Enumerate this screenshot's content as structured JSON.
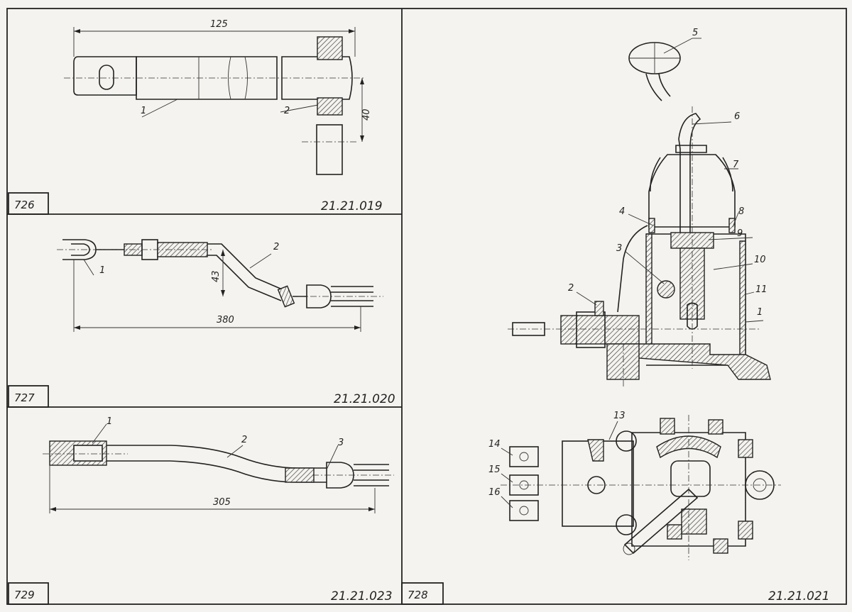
{
  "panels": [
    {
      "id": "726",
      "number": "726",
      "code": "21.21.019",
      "callouts": [
        "1",
        "2"
      ],
      "dimensions": [
        "125",
        "40"
      ]
    },
    {
      "id": "727",
      "number": "727",
      "code": "21.21.020",
      "callouts": [
        "1",
        "2"
      ],
      "dimensions": [
        "43",
        "380"
      ]
    },
    {
      "id": "729",
      "number": "729",
      "code": "21.21.023",
      "callouts": [
        "1",
        "2",
        "3"
      ],
      "dimensions": [
        "305"
      ]
    },
    {
      "id": "728",
      "number": "728",
      "code": "21.21.021",
      "callouts": [
        "1",
        "2",
        "3",
        "4",
        "5",
        "6",
        "7",
        "8",
        "9",
        "10",
        "11",
        "13",
        "14",
        "15",
        "16"
      ]
    }
  ]
}
